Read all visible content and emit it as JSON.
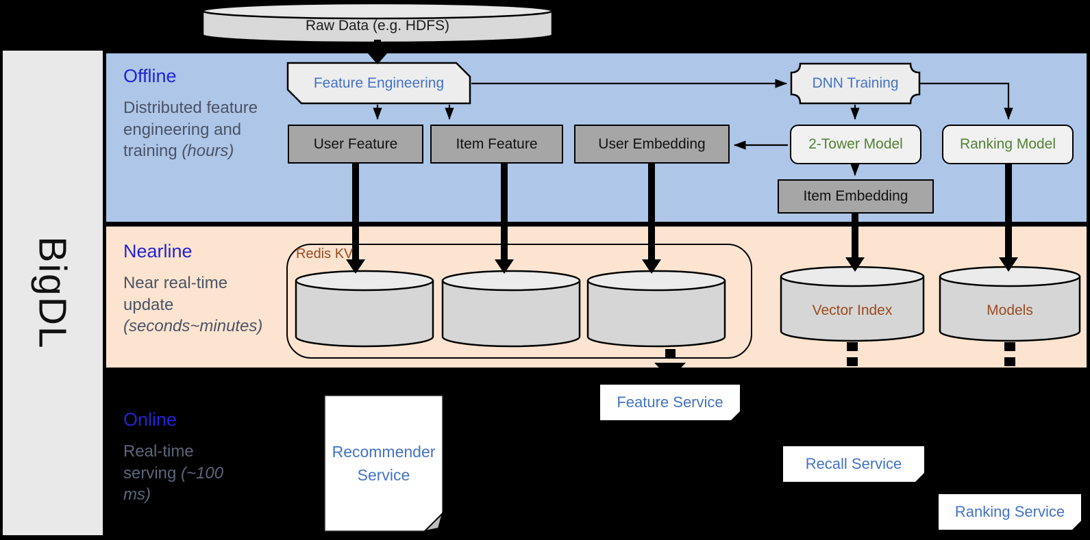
{
  "brand": "BigDL",
  "raw_data_label": "Raw Data (e.g. HDFS)",
  "sections": {
    "offline": {
      "title": "Offline",
      "desc": "Distributed feature engineering and training",
      "desc_em": "(hours)"
    },
    "nearline": {
      "title": "Nearline",
      "desc": "Near real-time update",
      "desc_em": "(seconds~minutes)"
    },
    "online": {
      "title": "Online",
      "desc": "Real-time serving",
      "desc_em": "(~100 ms)"
    }
  },
  "offline_nodes": {
    "feature_engineering": "Feature Engineering",
    "user_feature": "User Feature",
    "item_feature": "Item Feature",
    "user_embedding": "User Embedding",
    "dnn_training": "DNN Training",
    "two_tower_model": "2-Tower Model",
    "ranking_model": "Ranking Model",
    "item_embedding": "Item Embedding"
  },
  "nearline_nodes": {
    "redis_kv": "Redis KV",
    "vector_index": "Vector Index",
    "models": "Models"
  },
  "online_nodes": {
    "recommender_service": "Recommender Service",
    "feature_service": "Feature Service",
    "recall_service": "Recall Service",
    "ranking_service": "Ranking Service"
  },
  "colors": {
    "band_blue": "#aec6e8",
    "band_peach": "#fce4d0",
    "section_title_blue": "#2323d6",
    "node_blue": "#4472c4",
    "model_green": "#538135",
    "storage_brown": "#9a4a1e",
    "dark_box_gray": "#a6a6a6",
    "cylinder_gray": "#d6d6d6"
  }
}
